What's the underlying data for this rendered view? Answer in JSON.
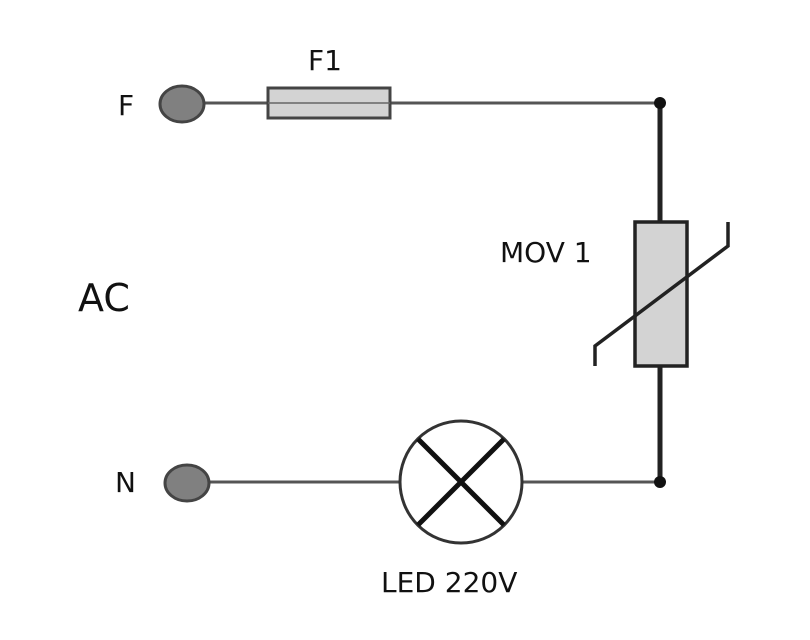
{
  "labels": {
    "terminal_f": "F",
    "terminal_n": "N",
    "fuse": "F1",
    "source": "AC",
    "varistor": "MOV 1",
    "lamp": "LED 220V"
  },
  "colors": {
    "wire": "#555555",
    "wire_dark": "#222222",
    "terminal_fill": "#808080",
    "component_fill": "#d3d3d3",
    "source_label": "#333333"
  }
}
